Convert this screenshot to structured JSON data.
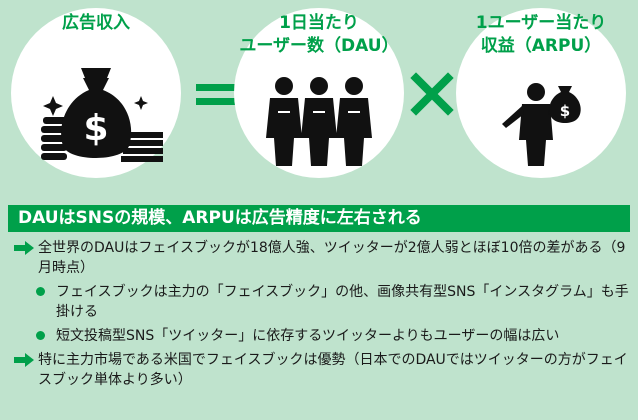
{
  "circles": [
    {
      "label": "広告収入"
    },
    {
      "label": "1日当たり\nユーザー数（DAU）"
    },
    {
      "label": "1ユーザー当たり\n収益（ARPU）"
    }
  ],
  "icons": {
    "money_bag": "dollar-bag-with-coins-and-bills",
    "dollar_sign": "$",
    "ops": [
      "equals",
      "times"
    ]
  },
  "colors": {
    "accent": "#00a04a",
    "background": "#bfe3cd"
  },
  "heading": "DAUはSNSの規模、ARPUは広告精度に左右される",
  "items": [
    {
      "kind": "arrow",
      "text": "全世界のDAUはフェイスブックが18億人強、ツイッターが2億人弱とほぼ10倍の差がある（9月時点）"
    },
    {
      "kind": "dot",
      "text": "フェイスブックは主力の「フェイスブック」の他、画像共有型SNS「インスタグラム」も手掛ける"
    },
    {
      "kind": "dot",
      "text": "短文投稿型SNS「ツイッター」に依存するツイッターよりもユーザーの幅は広い"
    },
    {
      "kind": "arrow",
      "text": "特に主力市場である米国でフェイスブックは優勢（日本でのDAUではツイッターの方がフェイスブック単体より多い）"
    }
  ]
}
